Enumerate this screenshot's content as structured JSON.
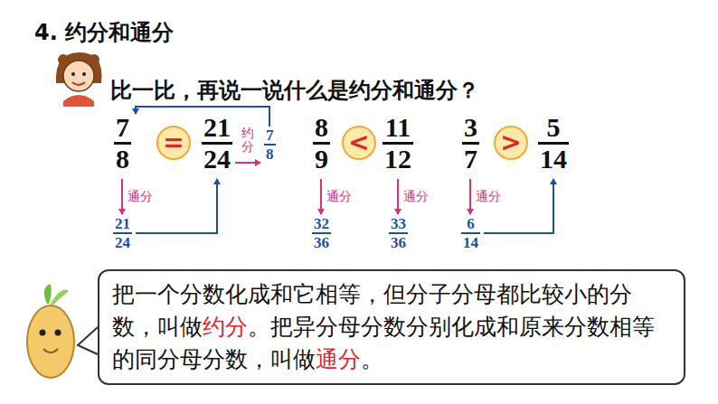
{
  "diagram": {
    "title": "4. 约分和通分",
    "nodes": [
      {
        "text": [
          "="
        ]
      },
      {
        "text": [
          "<"
        ]
      },
      {
        "text": [
          ">"
        ]
      },
      {
        "text": [
          "把一个分数化成和它相等，但分子分母都比较小的分数，叫做",
          "约分",
          "。把异分母分数分别化成和原来分数相等的同分母分数，叫做",
          "通分",
          "。"
        ]
      }
    ],
    "labels": [
      "比一比，再说一说什么是约分和通分？",
      "7",
      "8",
      "21",
      "24",
      "约分",
      "7",
      "8",
      "通分",
      "21",
      "24",
      "8",
      "9",
      "11",
      "12",
      "通分",
      "通分",
      "32",
      "36",
      "33",
      "36",
      "3",
      "7",
      "5",
      "14",
      "通分",
      "6",
      "14"
    ]
  }
}
